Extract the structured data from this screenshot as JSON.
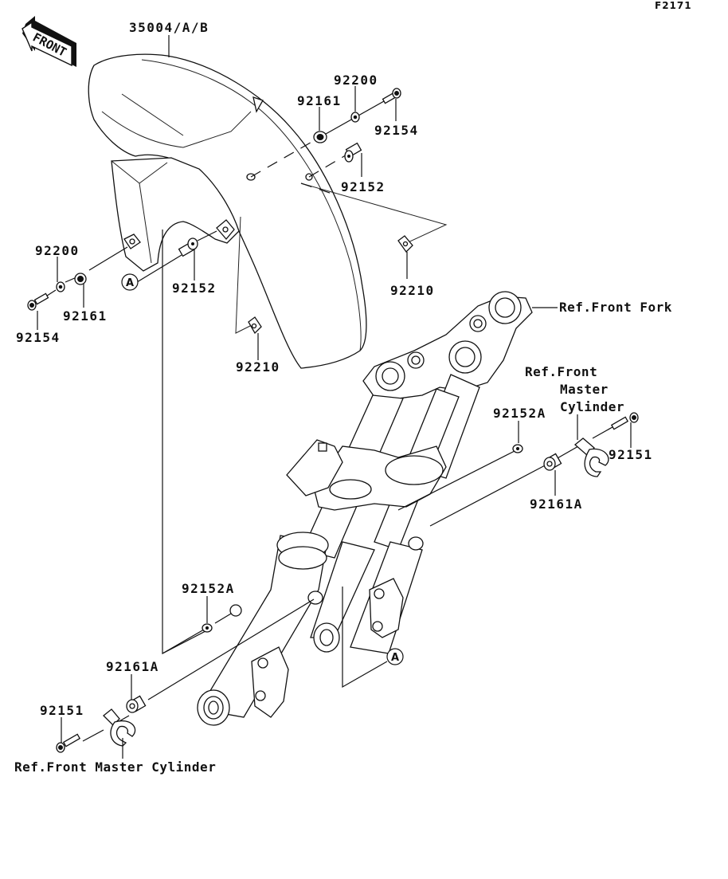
{
  "diagram": {
    "figure_code": "F2171",
    "front_indicator": "FRONT",
    "callout_letter": "A",
    "parts": [
      {
        "id": "fender",
        "number": "35004/A/B",
        "description": "Front fender"
      },
      {
        "id": "collar-top",
        "number": "92152"
      },
      {
        "id": "collar-left",
        "number": "92152"
      },
      {
        "id": "bushing-top",
        "number": "92161"
      },
      {
        "id": "bushing-left",
        "number": "92161"
      },
      {
        "id": "washer-top",
        "number": "92200"
      },
      {
        "id": "washer-left",
        "number": "92200"
      },
      {
        "id": "bolt-top",
        "number": "92154"
      },
      {
        "id": "bolt-left",
        "number": "92154"
      },
      {
        "id": "nut-right",
        "number": "92210"
      },
      {
        "id": "nut-lower",
        "number": "92210"
      },
      {
        "id": "collar-a-right",
        "number": "92152A"
      },
      {
        "id": "collar-a-left",
        "number": "92152A"
      },
      {
        "id": "bushing-a-right",
        "number": "92161A"
      },
      {
        "id": "bushing-a-left",
        "number": "92161A"
      },
      {
        "id": "bolt-clamp-right",
        "number": "92151"
      },
      {
        "id": "bolt-clamp-left",
        "number": "92151"
      }
    ],
    "references": {
      "front_fork": "Ref.Front Fork",
      "master_cylinder_right_lines": [
        "Ref.Front",
        "Master",
        "Cylinder"
      ],
      "master_cylinder_left": "Ref.Front Master Cylinder"
    }
  }
}
